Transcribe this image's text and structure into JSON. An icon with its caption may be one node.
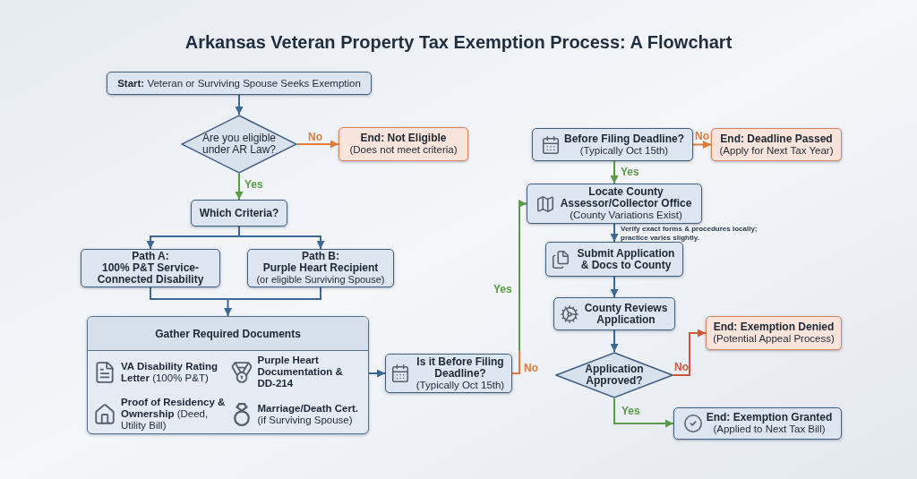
{
  "diagram": {
    "title": "Arkansas Veteran Property Tax Exemption Process: A Flowchart",
    "nodes": [
      {
        "text": [
          "**Start:** Veteran or Surviving Spouse Seeks Exemption"
        ]
      },
      {
        "text": [
          "Are you eligible under AR Law?"
        ]
      },
      {
        "text": [
          "End: Not Eligible",
          "(Does not meet criteria)"
        ]
      },
      {
        "text": [
          "Which Criteria?"
        ]
      },
      {
        "text": [
          "Path A:",
          "100% P&T Service-Connected Disability"
        ]
      },
      {
        "text": [
          "Path B:",
          "Purple Heart Recipient",
          "(or eligible Surviving Spouse)"
        ]
      },
      {
        "text": [
          "Gather Required Documents",
          "**VA Disability Rating Letter** (100% P&T)",
          "Purple Heart Documentation & DD-214",
          "**Proof of Residency & Ownership** (Deed, Utility Bill)",
          "**Marriage/Death Cert.** (if Surviving Spouse)"
        ]
      },
      {
        "text": [
          "Is it Before Filing Deadline?",
          "(Typically Oct 15th)"
        ]
      },
      {
        "text": [
          "Before Filing Deadline?",
          "(Typically Oct 15th)"
        ]
      },
      {
        "text": [
          "End: Deadline Passed",
          "(Apply for Next Tax Year)"
        ]
      },
      {
        "text": [
          "Locate County Assessor/Collector Office",
          "(County Variations Exist)"
        ]
      },
      {
        "text": [
          "Submit Application & Docs to County"
        ]
      },
      {
        "text": [
          "County Reviews Application"
        ]
      },
      {
        "text": [
          "Application Approved?"
        ]
      },
      {
        "text": [
          "End: Exemption Denied",
          "(Potential Appeal Process)"
        ]
      },
      {
        "text": [
          "End: Exemption Granted",
          "(Applied to Next Tax Bill)"
        ]
      }
    ],
    "edges": [
      {
        "from": 0,
        "to": 1,
        "arrow": "to"
      },
      {
        "from": 1,
        "to": 2,
        "arrow": "to",
        "label": "No",
        "color": "#e07b39"
      },
      {
        "from": 1,
        "to": 3,
        "arrow": "to",
        "label": "Yes",
        "color": "#5b9a47"
      },
      {
        "from": 3,
        "to": 4,
        "arrow": "to"
      },
      {
        "from": 3,
        "to": 5,
        "arrow": "to"
      },
      {
        "from": 4,
        "to": 6,
        "arrow": "to"
      },
      {
        "from": 5,
        "to": 6,
        "arrow": "to"
      },
      {
        "from": 6,
        "to": 7,
        "arrow": "to"
      },
      {
        "from": 7,
        "to": 10,
        "arrow": "to",
        "label": "Yes",
        "color": "#5b9a47"
      },
      {
        "from": 7,
        "to": null,
        "arrow": "none",
        "label": "No",
        "color": "#e07b39"
      },
      {
        "from": 8,
        "to": 9,
        "arrow": "to",
        "label": "No",
        "color": "#e07b39"
      },
      {
        "from": 8,
        "to": 10,
        "arrow": "to",
        "label": "Yes",
        "color": "#5b9a47"
      },
      {
        "from": 10,
        "to": 11,
        "arrow": "to",
        "label": "Verify exact forms & procedures locally; practice varies slightly."
      },
      {
        "from": 11,
        "to": 12,
        "arrow": "to"
      },
      {
        "from": 12,
        "to": 13,
        "arrow": "to"
      },
      {
        "from": 13,
        "to": 14,
        "arrow": "to",
        "label": "No",
        "color": "#d4553a"
      },
      {
        "from": 13,
        "to": 15,
        "arrow": "to",
        "label": "Yes",
        "color": "#5b9a47"
      }
    ]
  }
}
